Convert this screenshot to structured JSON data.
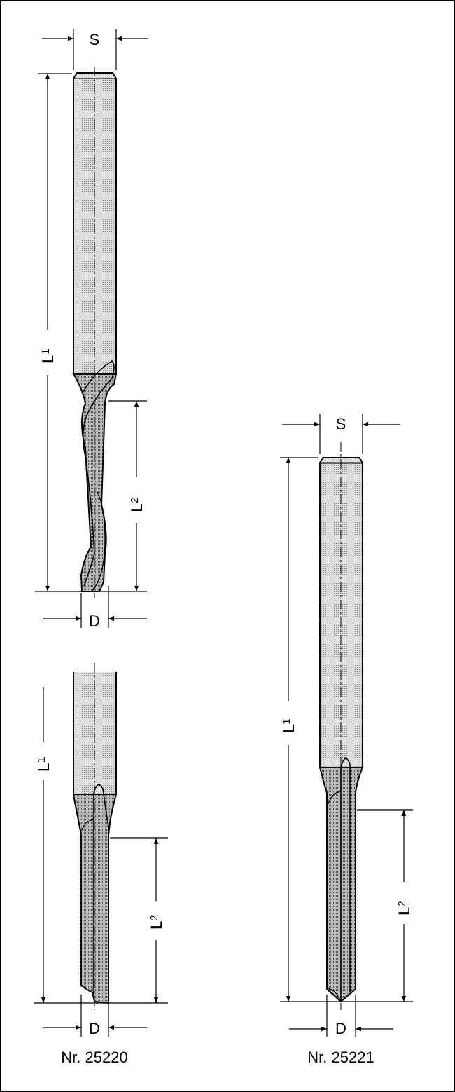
{
  "labels": {
    "shank": "S",
    "overall_length": "L",
    "overall_length_sub": "1",
    "cutting_length": "L",
    "cutting_length_sub": "2",
    "diameter": "D"
  },
  "captions": {
    "left": "Nr. 25220",
    "right": "Nr. 25221"
  },
  "colors": {
    "shank_fill": "#d2d2d2",
    "flute_fill": "#a9a9a9",
    "line": "#000000"
  }
}
